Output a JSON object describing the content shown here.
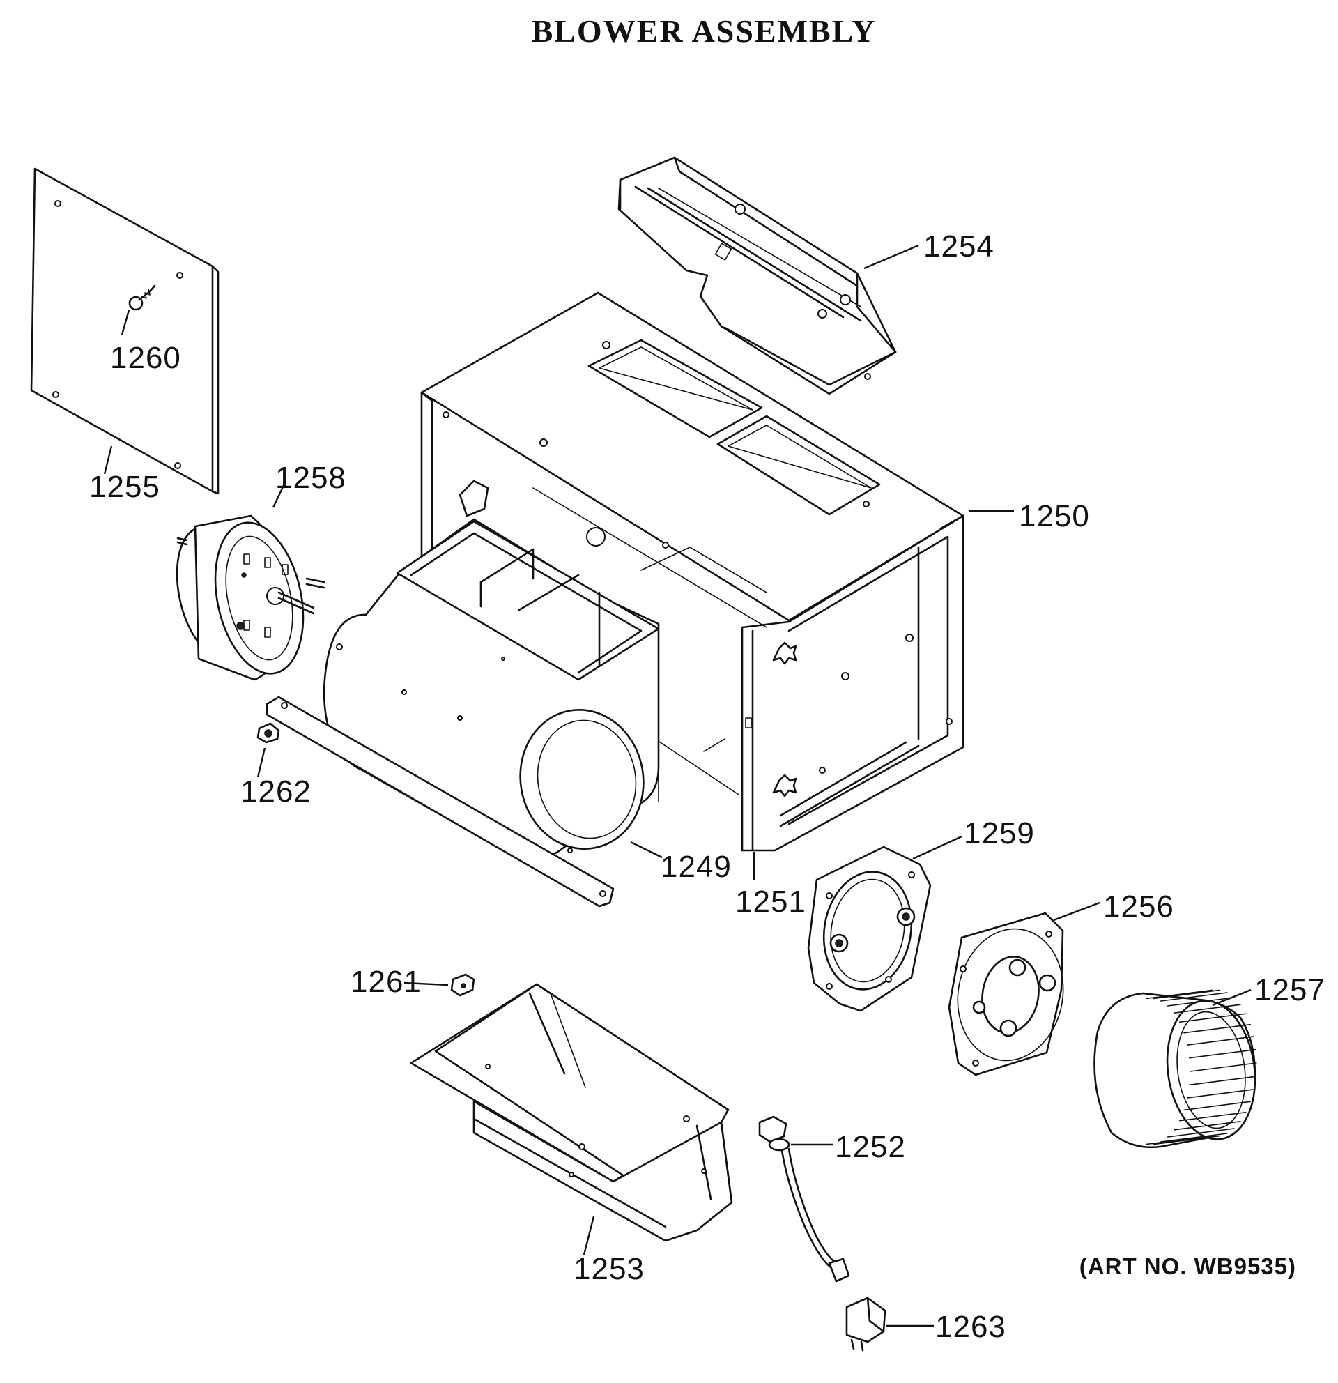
{
  "title": "BLOWER ASSEMBLY",
  "art_number": "(ART NO. WB9535)",
  "parts": [
    {
      "id": "1249"
    },
    {
      "id": "1250"
    },
    {
      "id": "1251"
    },
    {
      "id": "1252"
    },
    {
      "id": "1253"
    },
    {
      "id": "1254"
    },
    {
      "id": "1255"
    },
    {
      "id": "1256"
    },
    {
      "id": "1257"
    },
    {
      "id": "1258"
    },
    {
      "id": "1259"
    },
    {
      "id": "1260"
    },
    {
      "id": "1261"
    },
    {
      "id": "1262"
    },
    {
      "id": "1263"
    }
  ]
}
